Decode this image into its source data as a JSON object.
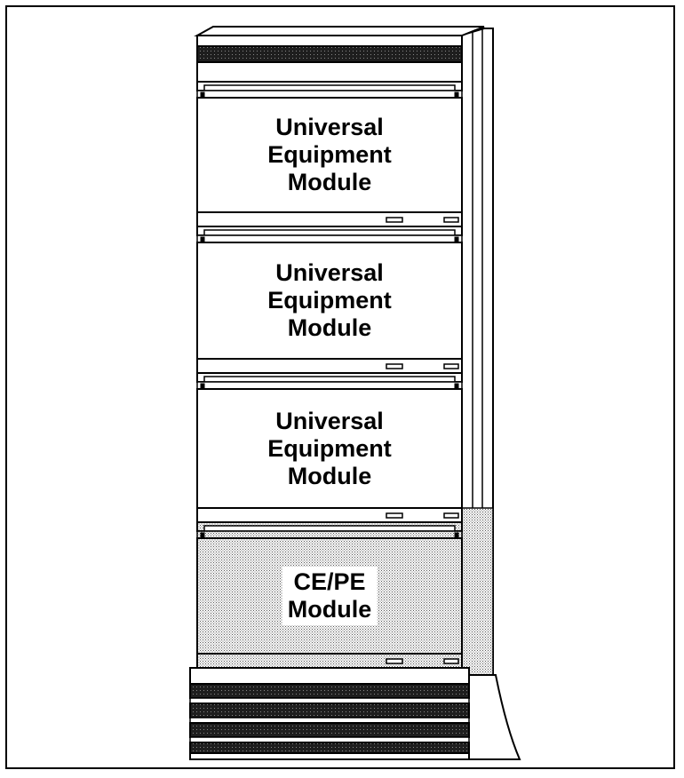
{
  "modules": [
    {
      "lines": [
        "Universal",
        "Equipment",
        "Module"
      ],
      "type": "universal"
    },
    {
      "lines": [
        "Universal",
        "Equipment",
        "Module"
      ],
      "type": "universal"
    },
    {
      "lines": [
        "Universal",
        "Equipment",
        "Module"
      ],
      "type": "universal"
    },
    {
      "lines": [
        "CE/PE",
        "Module"
      ],
      "type": "ce-pe"
    }
  ],
  "colors": {
    "outline": "#000000",
    "panel": "#ffffff",
    "stipple": "#c8c8c8",
    "dark_band": "#1e1e1e"
  }
}
